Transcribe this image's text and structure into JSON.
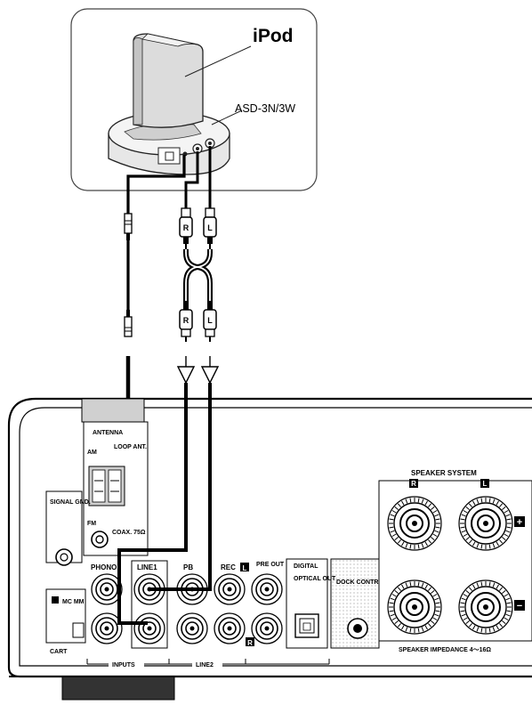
{
  "dock_callout": {
    "ipod_label": "iPod",
    "dock_model_label": "ASD-3N/3W"
  },
  "plug_markers": {
    "right": "R",
    "left": "L"
  },
  "receiver_panel": {
    "antenna_label": "ANTENNA",
    "loop_ant_label": "LOOP ANT.",
    "am_label": "AM",
    "fm_label": "FM",
    "coax_label": "COAX. 75Ω",
    "signal_gnd_label": "SIGNAL GND.",
    "mc_mm_label": "MC MM",
    "cart_label": "CART",
    "phono_label": "PHONO",
    "line1_label": "LINE1",
    "pb_label": "PB",
    "rec_label": "REC",
    "pre_out_label": "PRE OUT",
    "digital_label": "DIGITAL",
    "optical_out_label": "OPTICAL OUT",
    "dock_control_label": "DOCK CONTROL",
    "inputs_label": "INPUTS",
    "line2_label": "LINE2",
    "speaker_system_label": "SPEAKER SYSTEM",
    "speaker_impedance_label": "SPEAKER IMPEDANCE 4～16Ω",
    "plus_sign": "+",
    "minus_sign": "−"
  }
}
